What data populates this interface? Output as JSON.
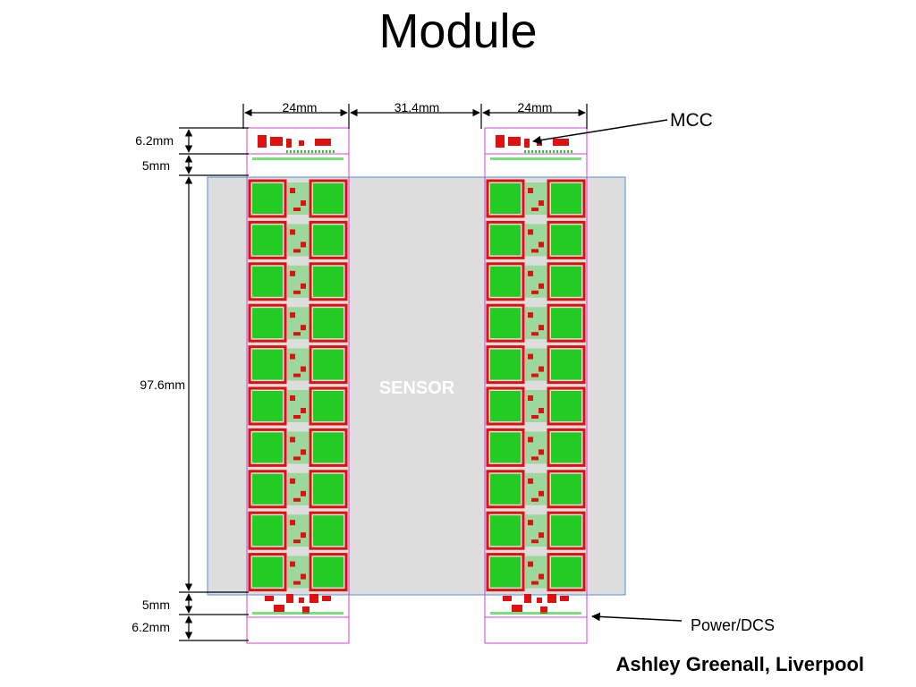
{
  "slide": {
    "title": "Module",
    "author": "Ashley Greenall, Liverpool"
  },
  "diagram": {
    "sensor_label": "SENSOR",
    "callouts": {
      "mcc": "MCC",
      "power_dcs": "Power/DCS"
    },
    "dimensions": {
      "stave_width_left": "24mm",
      "stave_gap": "31.4mm",
      "stave_width_right": "24mm",
      "top_end": "6.2mm",
      "top_margin": "5mm",
      "active_length": "97.6mm",
      "bottom_margin": "5mm",
      "bottom_end": "6.2mm"
    },
    "colors": {
      "sensor_fill": "#dddddd",
      "sensor_border": "#6f9fd8",
      "chip_green": "#22cc22",
      "trace_red": "#e01010",
      "board_outline": "#d040d0"
    }
  }
}
